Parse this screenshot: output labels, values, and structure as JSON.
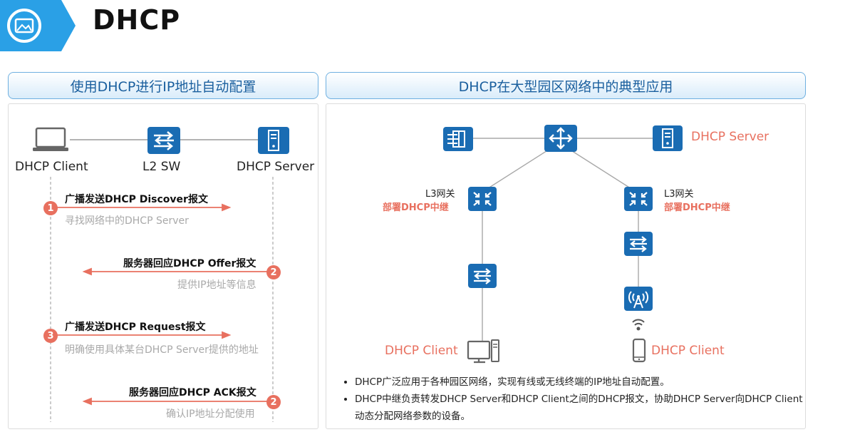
{
  "header": {
    "title": "DHCP"
  },
  "left_panel": {
    "title": "使用DHCP进行IP地址自动配置",
    "nodes": {
      "client": "DHCP Client",
      "switch": "L2 SW",
      "server": "DHCP Server"
    },
    "steps": [
      {
        "num": "1",
        "label": "广播发送DHCP Discover报文",
        "desc": "寻找网络中的DHCP Server"
      },
      {
        "num": "2",
        "label": "服务器回应DHCP Offer报文",
        "desc": "提供IP地址等信息"
      },
      {
        "num": "3",
        "label": "广播发送DHCP Request报文",
        "desc": "明确使用具体某台DHCP Server提供的地址"
      },
      {
        "num": "2",
        "label": "服务器回应DHCP ACK报文",
        "desc": "确认IP地址分配使用"
      }
    ]
  },
  "right_panel": {
    "title": "DHCP在大型园区网络中的典型应用",
    "server_label": "DHCP Server",
    "gateway_left": {
      "line1": "L3网关",
      "line2": "部署DHCP中继"
    },
    "gateway_right": {
      "line1": "L3网关",
      "line2": "部署DHCP中继"
    },
    "client_left": "DHCP Client",
    "client_right": "DHCP Client",
    "bullets": [
      "DHCP广泛应用于各种园区网络，实现有线或无线终端的IP地址自动配置。",
      "DHCP中继负责转发DHCP Server和DHCP Client之间的DHCP报文，协助DHCP Server向DHCP Client动态分配网络参数的设备。"
    ]
  },
  "colors": {
    "accent_blue": "#1a6cb3",
    "brand_blue": "#2aa0e6",
    "step_red": "#e8705f"
  }
}
